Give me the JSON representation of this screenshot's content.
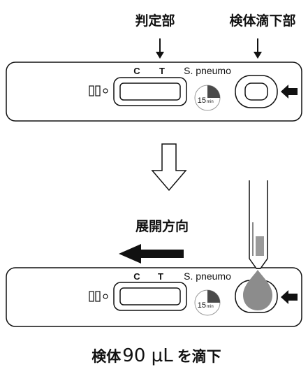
{
  "top": {
    "label_result_area": "判定部",
    "label_sample_area": "検体滴下部"
  },
  "cassette": {
    "c_label": "C",
    "t_label": "T",
    "name": "S. pneumo",
    "timer_number": "15",
    "timer_unit": "min"
  },
  "middle": {
    "flow_direction_label": "展開方向"
  },
  "bottom": {
    "caption_prefix": "検体",
    "caption_volume": "90 µL",
    "caption_suffix": "を滴下"
  },
  "colors": {
    "ink": "#111111",
    "timer_fill": "#4a4a4a",
    "drop": "#8c8c8c",
    "pipette_tip": "#9a9a9a"
  }
}
